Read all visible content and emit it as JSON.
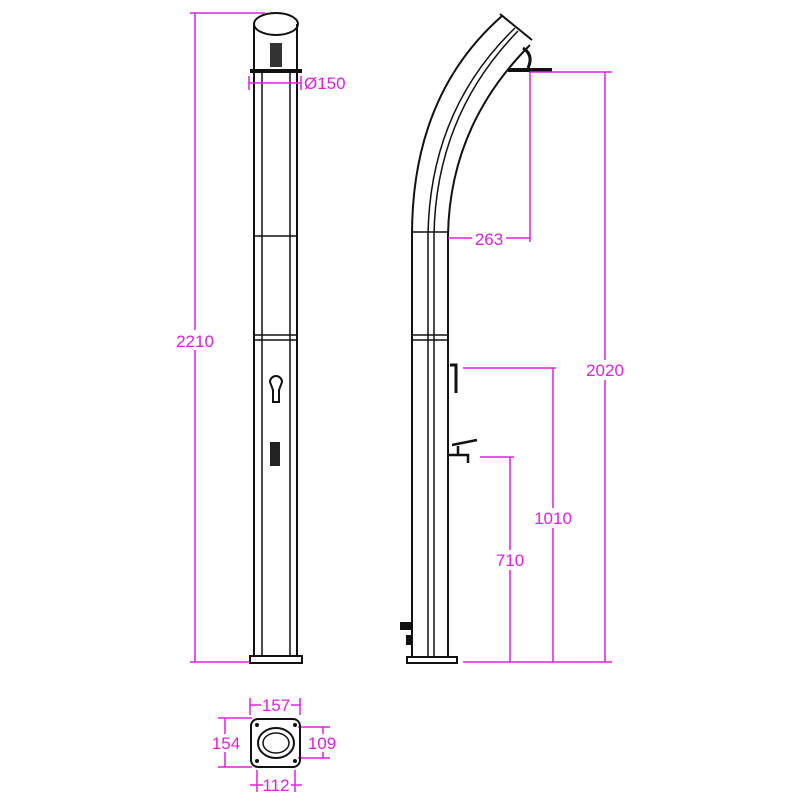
{
  "dimensions": {
    "total_height": "2210",
    "head_diameter": "Ø150",
    "shower_offset": "263",
    "shower_height": "2020",
    "mixer_height": "1010",
    "tap_height": "710",
    "base_width": "157",
    "base_depth": "154",
    "hole_spacing_depth": "109",
    "hole_spacing_width": "112"
  },
  "colors": {
    "dimension": "#e020e0",
    "outline": "#111111"
  }
}
